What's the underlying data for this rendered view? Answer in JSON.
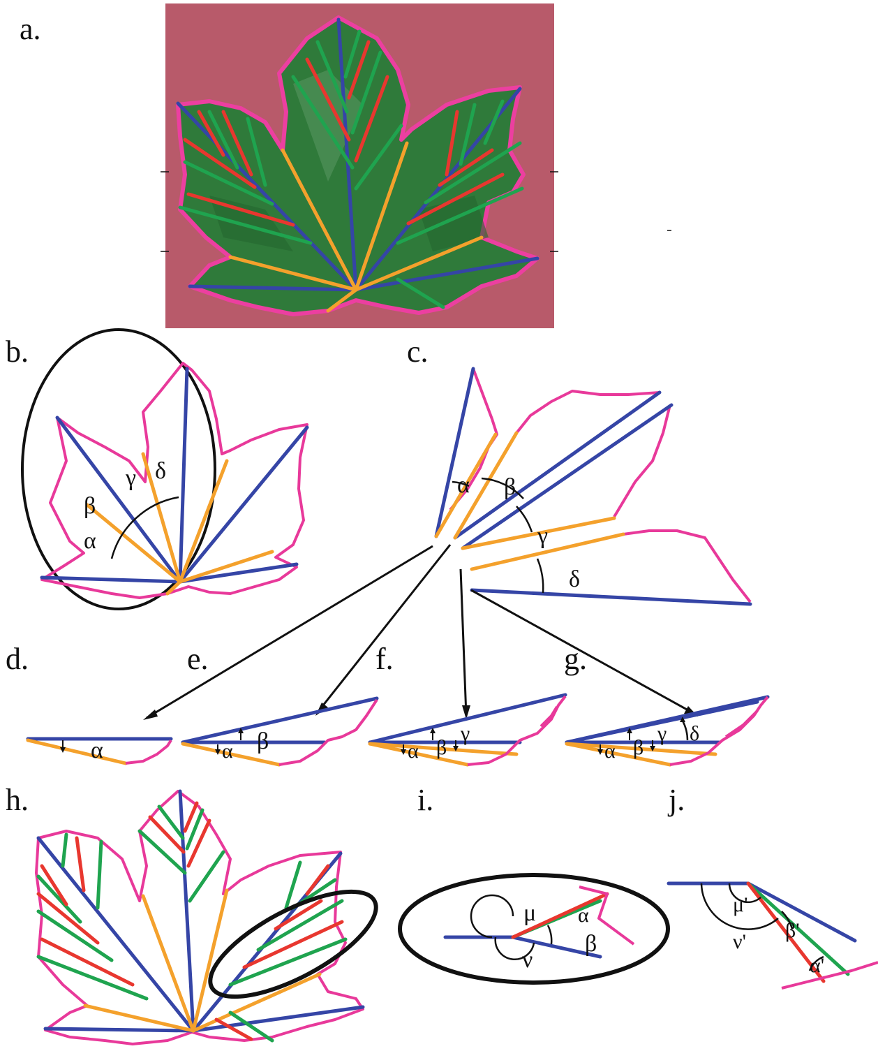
{
  "panels": {
    "a": "a.",
    "b": "b.",
    "c": "c.",
    "d": "d.",
    "e": "e.",
    "f": "f.",
    "g": "g.",
    "h": "h.",
    "i": "i.",
    "j": "j."
  },
  "angles": {
    "alpha": "α",
    "beta": "β",
    "gamma": "γ",
    "delta": "δ",
    "mu": "μ",
    "nu": "ν",
    "alpha_prime": "α'",
    "beta_prime": "β'",
    "mu_prime": "μ'",
    "nu_prime": "ν'"
  },
  "colors": {
    "primary_vein": "#3545a6",
    "sinus_line": "#f4a12c",
    "secondary_red": "#e8372f",
    "secondary_green": "#1fa44f",
    "margin": "#e8399a",
    "photo_background": "#b85a6a",
    "leaf": "#2f7a3a"
  }
}
